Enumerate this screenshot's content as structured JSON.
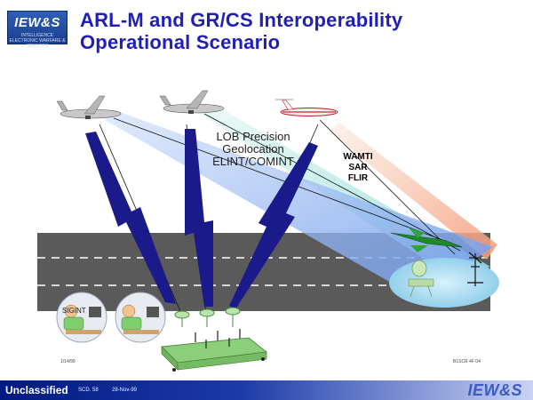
{
  "logo": {
    "name": "IEW&S",
    "tagline": "INTELLIGENCE ELECTRONIC WARFARE & SENSORS"
  },
  "title": {
    "line1": "ARL-M and GR/CS Interoperability",
    "line2": "Operational Scenario"
  },
  "labels": {
    "lob": [
      "LOB Precision",
      "Geolocation",
      "ELINT/COMINT"
    ],
    "sensors": [
      "WAMTI",
      "SAR",
      "FLIR"
    ],
    "sigint": "SIGINT",
    "left_code": "1/14/99",
    "right_code": "B1SCR 4F 04"
  },
  "footer": {
    "classification": "Unclassified",
    "chart_no": "SCD. 58",
    "date": "28-Nov-99",
    "brand": "IEW&S"
  },
  "colors": {
    "title": "#1f1fb8",
    "lightning": "#1a1a8a",
    "road": "#5a5a5a",
    "beam_blue": "#8fb0ef",
    "beam_cyan": "#a8e4e0",
    "beam_orange": "#f7b89a",
    "ground_station": "#8ccf7a",
    "footer_bar": "#001a80"
  }
}
